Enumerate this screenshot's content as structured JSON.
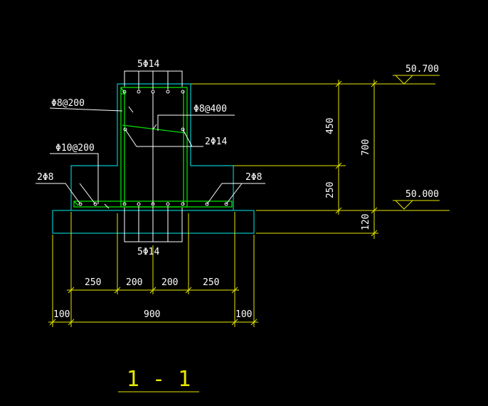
{
  "colors": {
    "background": "#000000",
    "outline": "#00c8c8",
    "rebar": "#00e000",
    "dimension": "#e8e800",
    "leader": "#ffffff",
    "text": "#ffffff"
  },
  "labels": {
    "top_bars": "5Φ14",
    "bottom_bars": "5Φ14",
    "stirrup_main": "Φ8@200",
    "stirrup_tie": "Φ8@400",
    "middle_bars": "2Φ14",
    "footing_stirrup": "Φ10@200",
    "left_bars": "2Φ8",
    "right_bars": "2Φ8"
  },
  "elevations": {
    "top": "50.700",
    "bottom": "50.000"
  },
  "dimensions": {
    "vertical": {
      "upper": "450",
      "lower": "250",
      "total": "700",
      "base": "120"
    },
    "horizontal": {
      "seg1": "250",
      "seg2": "200",
      "seg3": "200",
      "seg4": "250",
      "edge_left": "100",
      "footing_width": "900",
      "edge_right": "100"
    }
  },
  "section_title": "1 - 1"
}
